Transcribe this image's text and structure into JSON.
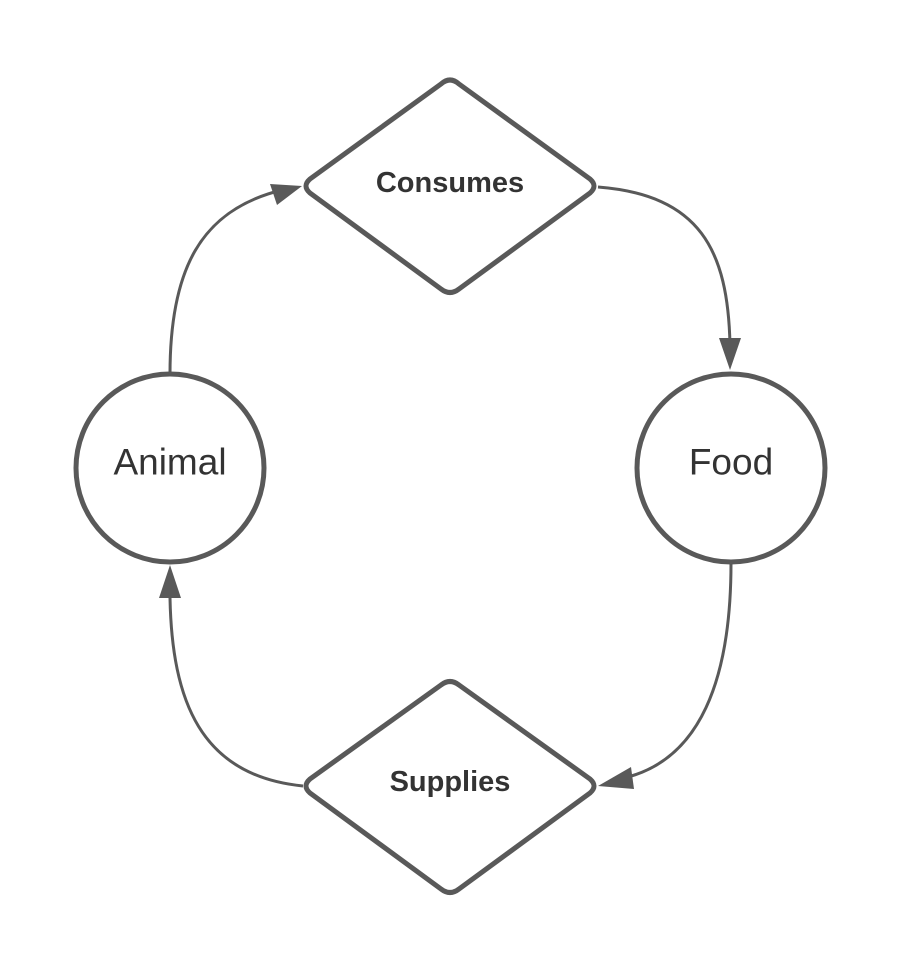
{
  "nodes": {
    "animal": {
      "label": "Animal",
      "shape": "circle"
    },
    "food": {
      "label": "Food",
      "shape": "circle"
    },
    "consumes": {
      "label": "Consumes",
      "shape": "diamond"
    },
    "supplies": {
      "label": "Supplies",
      "shape": "diamond"
    }
  },
  "edges": [
    {
      "from": "Animal",
      "to": "Consumes"
    },
    {
      "from": "Consumes",
      "to": "Food"
    },
    {
      "from": "Food",
      "to": "Supplies"
    },
    {
      "from": "Supplies",
      "to": "Animal"
    }
  ],
  "colors": {
    "stroke": "#595959",
    "text": "#333333",
    "background": "#ffffff"
  }
}
